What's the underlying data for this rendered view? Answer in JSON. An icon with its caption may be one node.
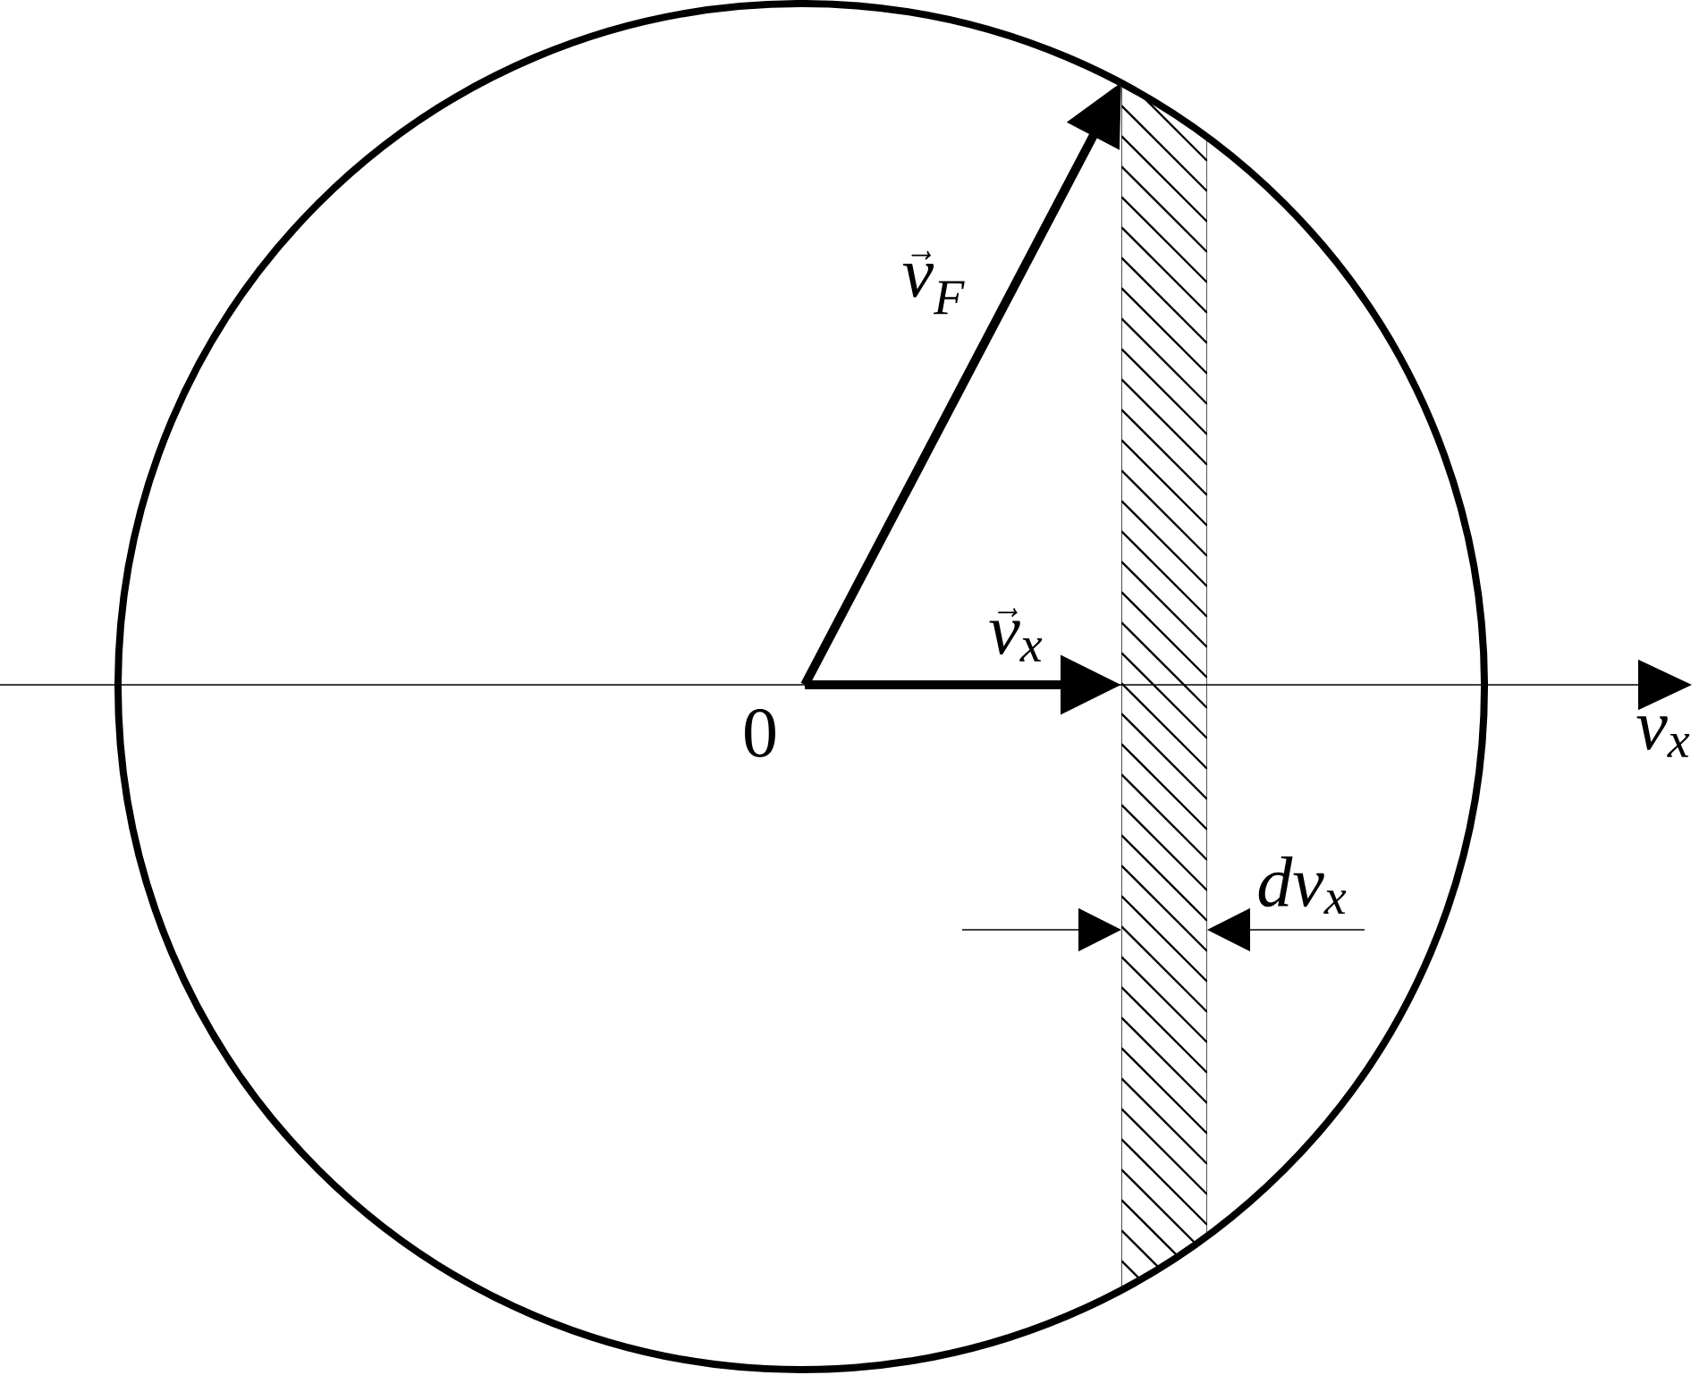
{
  "diagram": {
    "labels": [
      "\\vec{v}_F",
      "\\vec{v}_x",
      "0",
      "v_x",
      "dv_x"
    ]
  }
}
